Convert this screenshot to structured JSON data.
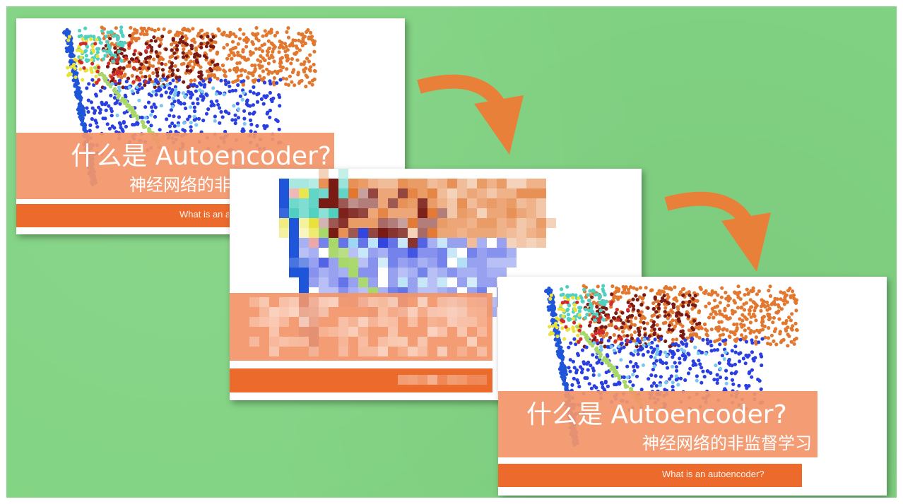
{
  "slides": [
    {
      "title": "什么是 Autoencoder?",
      "subtitle": "神经网络的非监督学习",
      "footer": "What is an autoencoder?"
    },
    {
      "title": "什么是 Autoencoder?",
      "subtitle": "神经网络的非监督学习",
      "footer": "What is an autoencoder?"
    },
    {
      "title": "什么是 Autoencoder?",
      "subtitle": "神经网络的非监督学习",
      "footer": "What is an autoencoder?"
    }
  ],
  "colors": {
    "background": "#82d383",
    "arrow": "#e8803a",
    "title_band": "#f3966a",
    "footer_band": "#ec6a2c"
  },
  "icons": [
    "curved-arrow-right-down-icon",
    "curved-arrow-right-down-icon"
  ]
}
